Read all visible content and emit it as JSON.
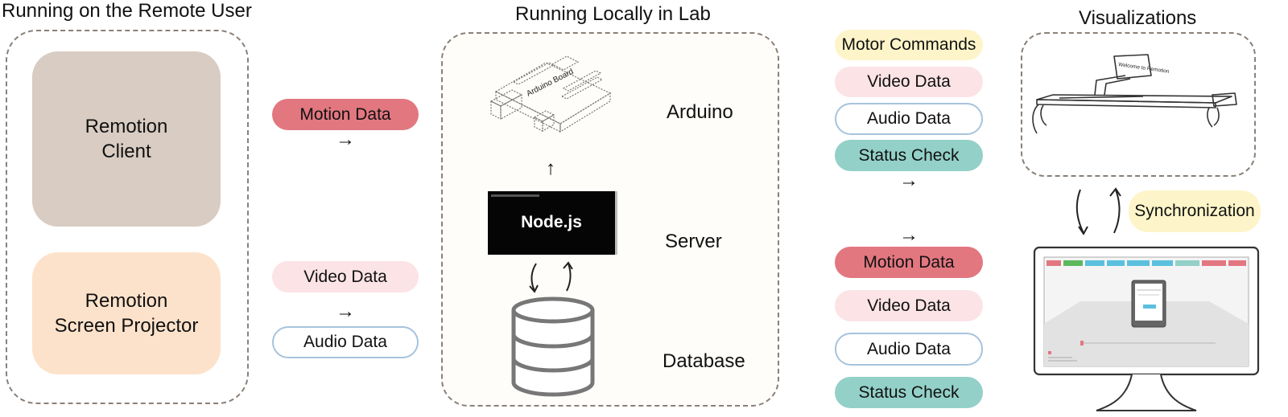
{
  "sections": {
    "remote_title": "Running on the Remote User",
    "lab_title": "Running Locally in Lab",
    "vis_title": "Visualizations"
  },
  "remote": {
    "client_label": "Remotion\nClient",
    "projector_label": "Remotion\nScreen Projector"
  },
  "flows_left": {
    "motion": "Motion Data",
    "video": "Video Data",
    "audio": "Audio Data",
    "arrow": "→"
  },
  "lab": {
    "arduino_board_text": "Arduino Board",
    "arduino_label": "Arduino",
    "nodejs_text": "Node.js",
    "server_label": "Server",
    "database_label": "Database",
    "up_arrow": "↑"
  },
  "flows_right_top": {
    "motor": "Motor Commands",
    "video": "Video Data",
    "audio": "Audio Data",
    "status": "Status Check",
    "arrow": "→"
  },
  "flows_right_bottom": {
    "motion": "Motion Data",
    "video": "Video Data",
    "audio": "Audio Data",
    "status": "Status Check",
    "arrow": "→"
  },
  "visual": {
    "sync_label": "Synchronization",
    "device_screen_text": "Welcome to Remotion"
  },
  "colors": {
    "client_box": "#d8ccc3",
    "projector_box": "#fde2cb",
    "motion_pill": "#e27780",
    "video_pill": "#fbe3e6",
    "audio_border": "#a7c3dc",
    "status_pill": "#93d0c8",
    "motor_pill": "#fdf5c9",
    "panel_bg": "#fefdf9"
  }
}
